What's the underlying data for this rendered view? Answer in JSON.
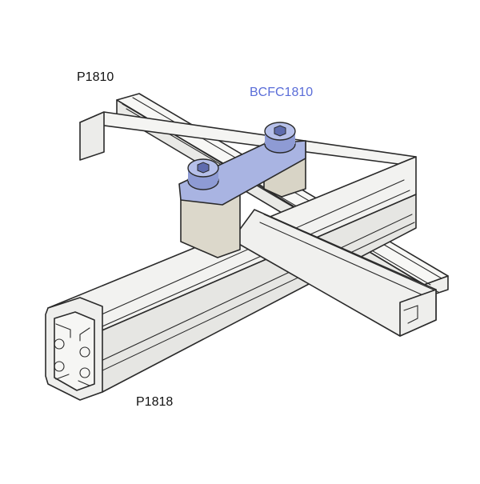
{
  "labels": {
    "upper_profile": "P1810",
    "clamp": "BCFC1810",
    "lower_profile": "P1818"
  },
  "colors": {
    "profile_face": "#f0f0ee",
    "profile_top": "#f7f7f5",
    "profile_side": "#e6e6e3",
    "outline": "#2a2a2a",
    "clamp_top": "#a9b4e2",
    "clamp_body": "#dcd8cb",
    "bolt": "#8e9bd4",
    "label_accent": "#5a6dd8"
  },
  "icons": [
    "bolt-icon",
    "bolt-icon"
  ]
}
